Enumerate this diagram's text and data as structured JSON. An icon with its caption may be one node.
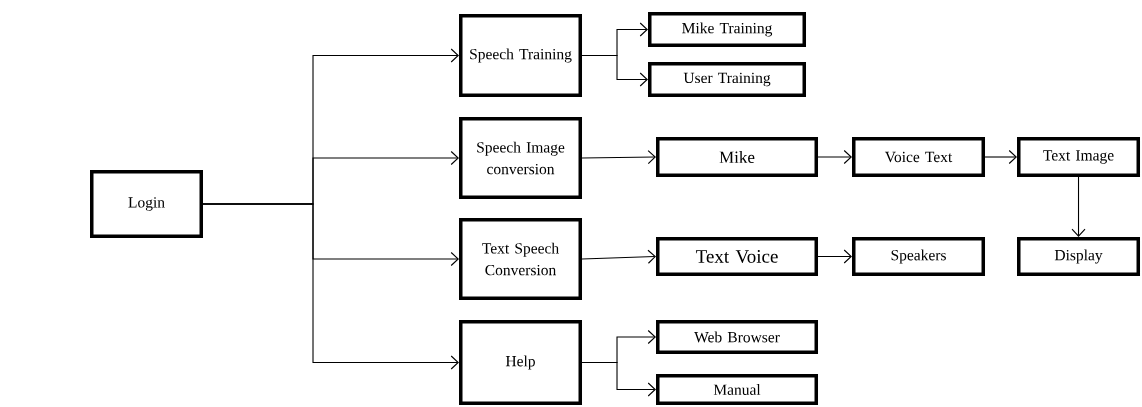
{
  "diagram": {
    "nodes": [
      {
        "text": [
          "Login"
        ]
      },
      {
        "text": [
          "Speech Training"
        ]
      },
      {
        "text": [
          "Mike Training"
        ]
      },
      {
        "text": [
          "User Training"
        ]
      },
      {
        "text": [
          "Speech Image conversion"
        ]
      },
      {
        "text": [
          "Mike"
        ]
      },
      {
        "text": [
          "Voice Text"
        ]
      },
      {
        "text": [
          "Text Image"
        ]
      },
      {
        "text": [
          "Text Speech Conversion"
        ]
      },
      {
        "text": [
          "Text Voice"
        ]
      },
      {
        "text": [
          "Speakers"
        ]
      },
      {
        "text": [
          "Display"
        ]
      },
      {
        "text": [
          "Help"
        ]
      },
      {
        "text": [
          "Web Browser"
        ]
      },
      {
        "text": [
          "Manual"
        ]
      }
    ],
    "edges": [
      {
        "from": 0,
        "to": 1,
        "arrow": "to"
      },
      {
        "from": 0,
        "to": 4,
        "arrow": "to"
      },
      {
        "from": 0,
        "to": 8,
        "arrow": "to"
      },
      {
        "from": 0,
        "to": 12,
        "arrow": "to"
      },
      {
        "from": 1,
        "to": 2,
        "arrow": "to"
      },
      {
        "from": 1,
        "to": 3,
        "arrow": "to"
      },
      {
        "from": 4,
        "to": 5,
        "arrow": "to"
      },
      {
        "from": 5,
        "to": 6,
        "arrow": "to"
      },
      {
        "from": 6,
        "to": 7,
        "arrow": "to"
      },
      {
        "from": 7,
        "to": 11,
        "arrow": "to"
      },
      {
        "from": 8,
        "to": 9,
        "arrow": "to"
      },
      {
        "from": 9,
        "to": 10,
        "arrow": "to"
      },
      {
        "from": 12,
        "to": 13,
        "arrow": "to"
      },
      {
        "from": 12,
        "to": 14,
        "arrow": "to"
      }
    ]
  }
}
